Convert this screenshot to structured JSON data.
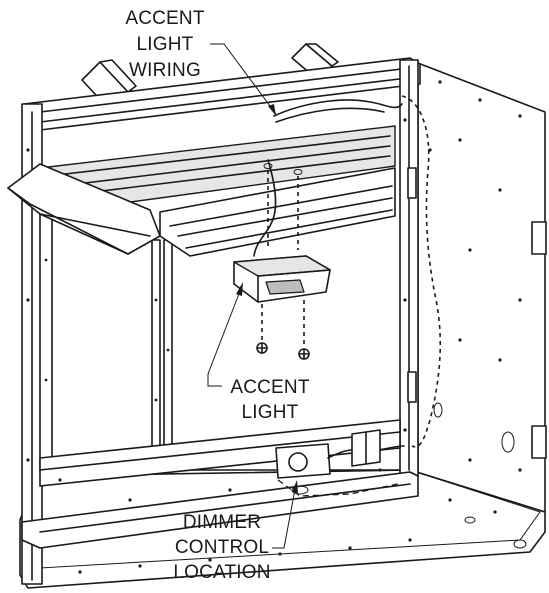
{
  "labels": {
    "wiring": [
      "ACCENT",
      "LIGHT",
      "WIRING"
    ],
    "light": [
      "ACCENT",
      "LIGHT"
    ],
    "dimmer": [
      "DIMMER",
      "CONTROL",
      "LOCATION"
    ]
  }
}
